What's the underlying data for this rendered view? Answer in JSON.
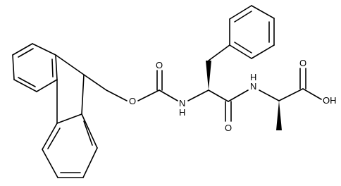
{
  "atoms": {
    "carbonyl_o": "O",
    "ester_o": "O",
    "carbamate_n": "N",
    "carbamate_h": "H",
    "amide_o": "O",
    "amide_n": "N",
    "amide_h": "H",
    "acid_o": "O",
    "acid_oh": "OH"
  }
}
